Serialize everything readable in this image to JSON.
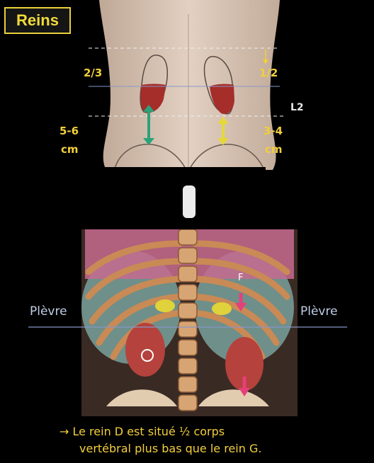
{
  "title": "Reins",
  "top_figure": {
    "left_fraction": "2/3",
    "right_fraction": "1/2",
    "vertebra_label": "L2",
    "left_distance_value": "5-6",
    "left_distance_unit": "cm",
    "right_distance_value": "3-4",
    "right_distance_unit": "cm"
  },
  "bottom_figure": {
    "pleura_left": "Plèvre",
    "pleura_right": "Plèvre",
    "marker_letter": "F"
  },
  "note": {
    "line1": "→ Le rein D est situé ½ corps",
    "line2": "vertébral plus bas que le rein G."
  }
}
